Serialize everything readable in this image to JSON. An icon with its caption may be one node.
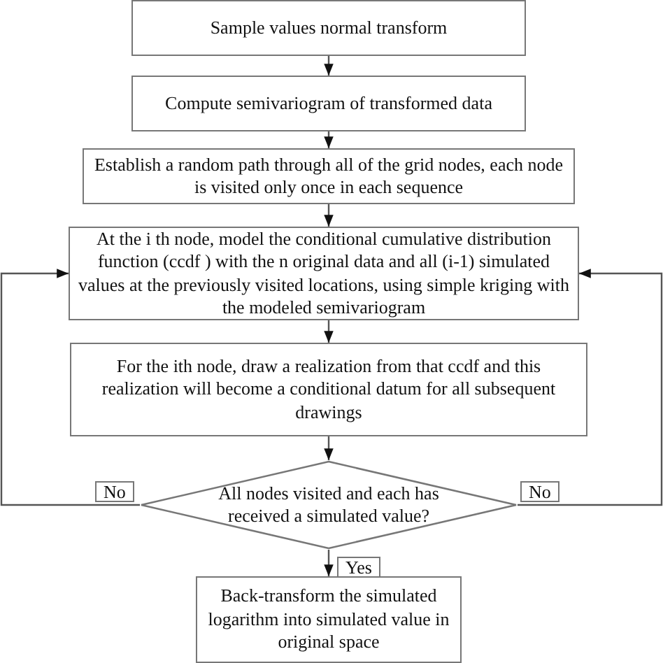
{
  "diagram": {
    "nodes": [
      {
        "text": [
          "Sample values normal transform"
        ]
      },
      {
        "text": [
          "Compute semivariogram of transformed data"
        ]
      },
      {
        "text": [
          "Establish a random path through all of the grid nodes, each node is visited only once in each sequence"
        ]
      },
      {
        "text": [
          "At the i th node, model the conditional cumulative distribution function (ccdf ) with the n original data and all (i-1) simulated values at the previously visited locations, using simple kriging with the modeled semivariogram"
        ]
      },
      {
        "text": [
          "For the ith node, draw a realization from that ccdf and this realization will become a conditional datum for all subsequent drawings"
        ]
      },
      {
        "text": [
          "All nodes visited and each has received a simulated value?"
        ]
      },
      {
        "text": [
          "Back-transform the simulated logarithm into simulated value in original space"
        ]
      }
    ],
    "edges": [
      {
        "from": 0,
        "to": 1,
        "arrow": "to"
      },
      {
        "from": 1,
        "to": 2,
        "arrow": "to"
      },
      {
        "from": 2,
        "to": 3,
        "arrow": "to"
      },
      {
        "from": 3,
        "to": 4,
        "arrow": "to"
      },
      {
        "from": 4,
        "to": 5,
        "arrow": "to"
      },
      {
        "from": 5,
        "to": 6,
        "arrow": "to",
        "label": "Yes"
      },
      {
        "from": 5,
        "to": 3,
        "arrow": "to",
        "label": "No"
      },
      {
        "from": 5,
        "to": 3,
        "arrow": "to",
        "label": "No"
      }
    ]
  }
}
